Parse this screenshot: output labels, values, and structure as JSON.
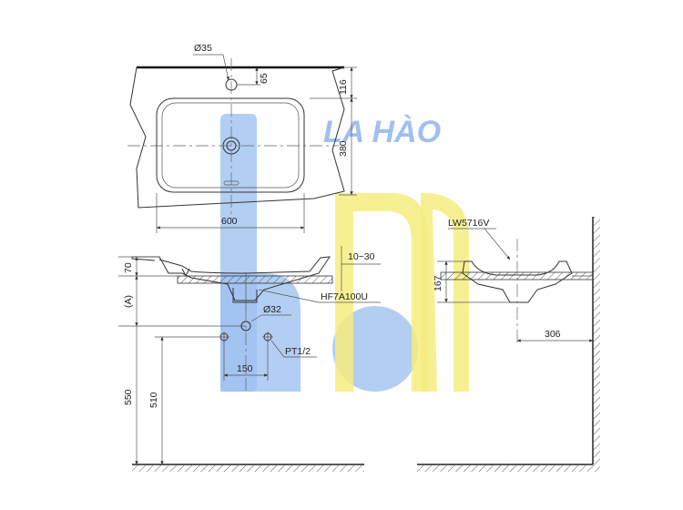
{
  "watermark": {
    "text": "LA HÀO",
    "colors": {
      "blue": "#8fb6ee",
      "yellow": "#f4ea6a"
    }
  },
  "top_view": {
    "dims": {
      "hole_dia": "Ø35",
      "hole_offset": "65",
      "top_depth": "116",
      "bowl_depth": "380",
      "width": "600"
    }
  },
  "side_view": {
    "dims": {
      "rim_height": "70",
      "counter_thickness": "10~30",
      "variable": "(A)",
      "drain_dia": "Ø32",
      "pipe_thread": "PT1/2",
      "inlet_spacing": "150",
      "height_total": "550",
      "height_inlet": "510"
    },
    "part_codes": {
      "drain": "HF7A100U"
    }
  },
  "section_view": {
    "part_codes": {
      "basin": "LW5716V"
    },
    "dims": {
      "basin_height": "167",
      "wall_offset": "306"
    }
  }
}
